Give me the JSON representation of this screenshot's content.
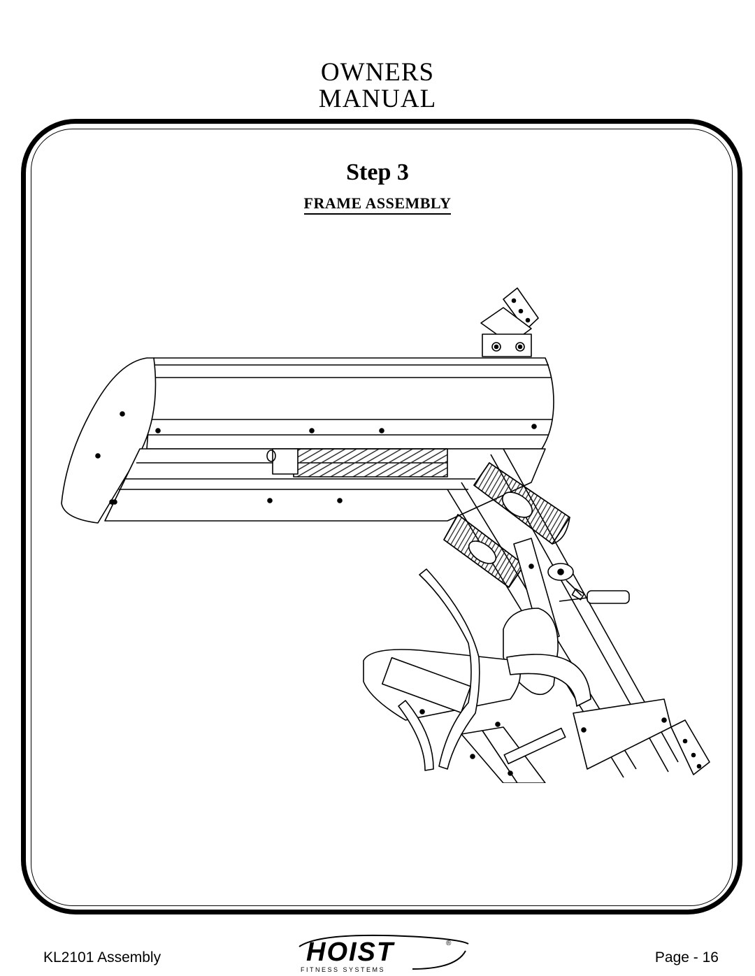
{
  "header": {
    "title_line1": "OWNERS",
    "title_line2": "MANUAL"
  },
  "step": {
    "title": "Step 3",
    "subtitle": "FRAME ASSEMBLY"
  },
  "footer": {
    "left_text": "KL2101 Assembly",
    "right_text": "Page - 16"
  },
  "logo": {
    "brand": "HOIST",
    "tagline": "FITNESS SYSTEMS",
    "mark": "®",
    "pad_label": "HOIST"
  },
  "colors": {
    "ink": "#000000",
    "paper": "#ffffff",
    "hatch": "#555555"
  }
}
